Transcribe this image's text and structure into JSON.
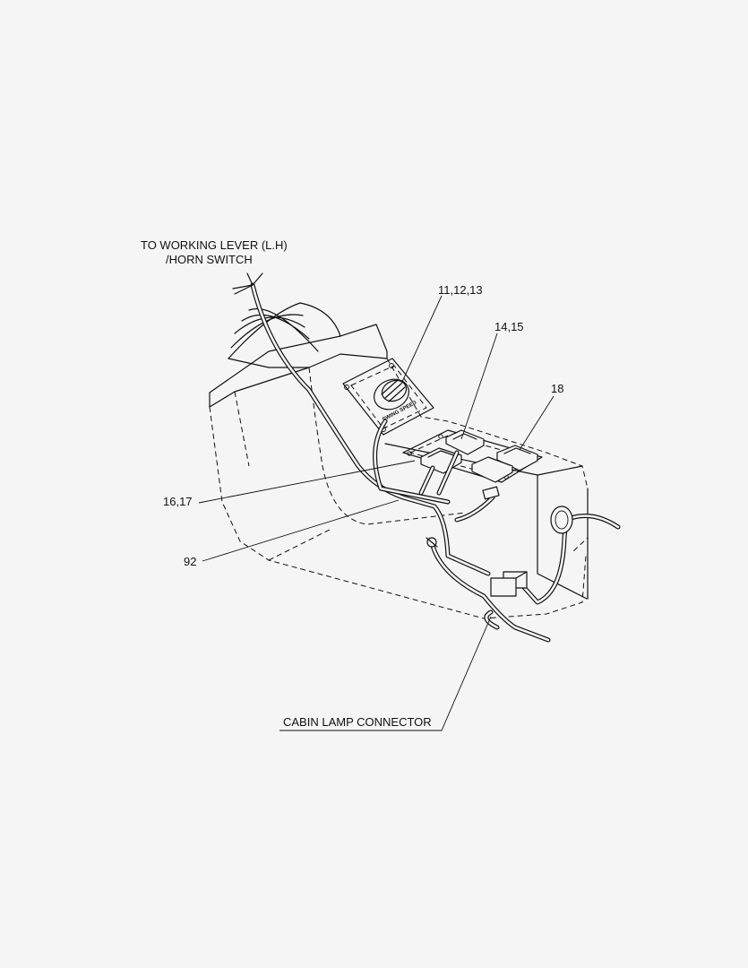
{
  "labels": {
    "working_lever_line1": "TO WORKING LEVER (L.H)",
    "working_lever_line2": "/HORN SWITCH",
    "part_11_12_13": "11,12,13",
    "part_14_15": "14,15",
    "part_18": "18",
    "part_16_17": "16,17",
    "part_92": "92",
    "cabin_lamp_connector": "CABIN LAMP CONNECTOR",
    "swing_speed": "SWING SPEED"
  }
}
